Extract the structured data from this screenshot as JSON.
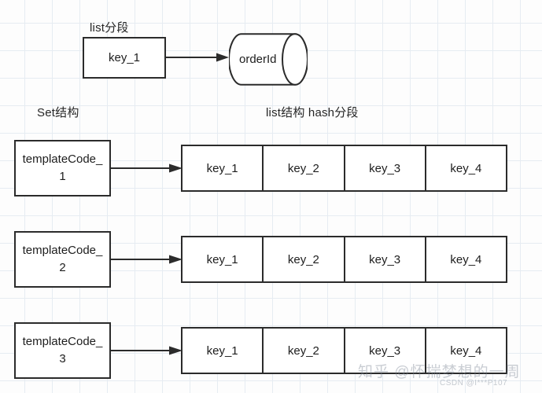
{
  "diagram": {
    "labels": {
      "list_fenduan": "list分段",
      "set_jiegou": "Set结构",
      "list_hash": "list结构 hash分段"
    },
    "top_row": {
      "source_box": "key_1",
      "target_cylinder": "orderId",
      "arrow": "arrow-right-icon"
    },
    "rows": [
      {
        "source_box": "templateCode_1",
        "arrow": "arrow-right-icon",
        "cells": [
          "key_1",
          "key_2",
          "key_3",
          "key_4"
        ]
      },
      {
        "source_box": "templateCode_2",
        "arrow": "arrow-right-icon",
        "cells": [
          "key_1",
          "key_2",
          "key_3",
          "key_4"
        ]
      },
      {
        "source_box": "templateCode_3",
        "arrow": "arrow-right-icon",
        "cells": [
          "key_1",
          "key_2",
          "key_3",
          "key_4"
        ]
      }
    ],
    "watermarks": {
      "zhihu": "知乎 @怀揣梦想的一周",
      "csdn": "CSDN @I***P107"
    },
    "colors": {
      "stroke": "#2b2b2b",
      "fill": "#ffffff",
      "grid": "#e6ecf2",
      "background": "#fdfdfd",
      "text": "#1d1d1d"
    }
  }
}
